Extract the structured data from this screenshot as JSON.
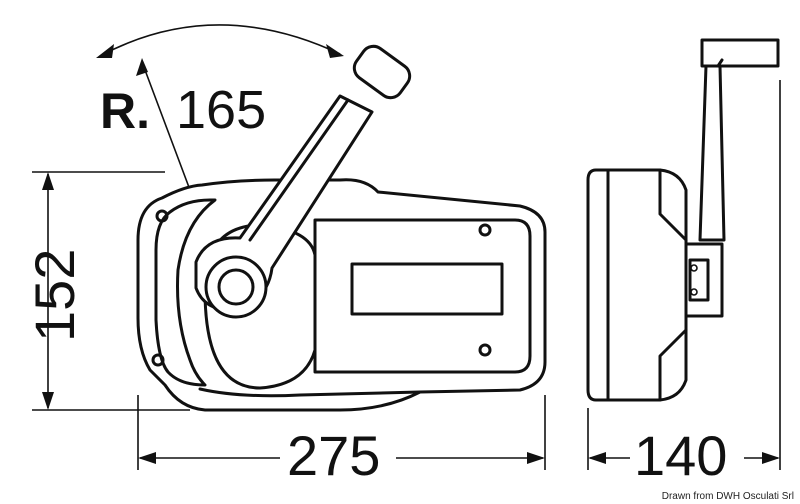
{
  "dimensions": {
    "radius_prefix": "R.",
    "radius_value": "165",
    "height": "152",
    "width": "275",
    "depth": "140"
  },
  "credit": "Drawn from DWH Osculati Srl"
}
